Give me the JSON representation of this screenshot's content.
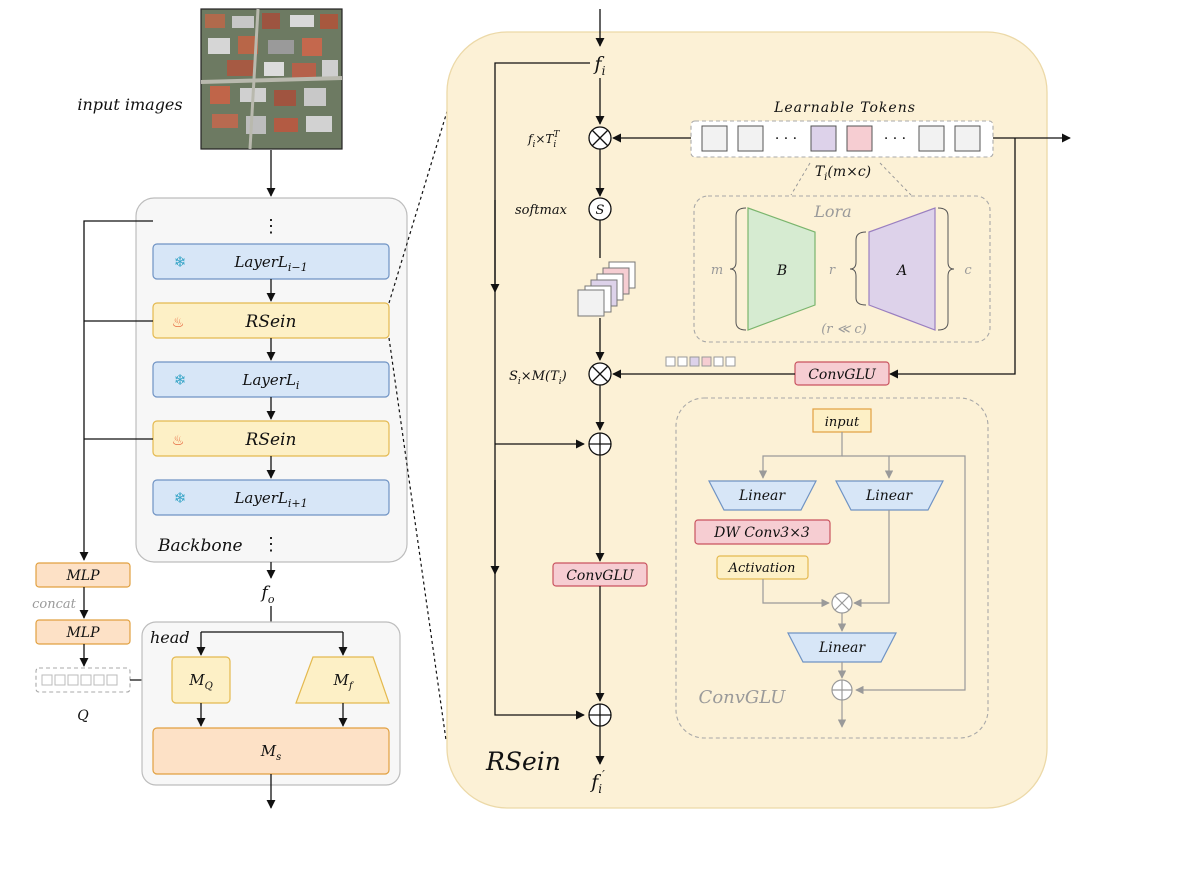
{
  "left": {
    "input_label": "input images",
    "backbone_dots": "⋮",
    "layers": [
      {
        "text": "LayerL",
        "sub": "i−1",
        "kind": "frozen"
      },
      {
        "text": "RSein",
        "sub": "",
        "kind": "trainable"
      },
      {
        "text": "LayerL",
        "sub": "i",
        "kind": "frozen"
      },
      {
        "text": "RSein",
        "sub": "",
        "kind": "trainable"
      },
      {
        "text": "LayerL",
        "sub": "i+1",
        "kind": "frozen"
      }
    ],
    "backbone_label": "Backbone",
    "fo_label": "f",
    "fo_sub": "o",
    "mlp_top": "MLP",
    "concat": "concat",
    "mlp_bottom": "MLP",
    "q_label": "Q",
    "head_label": "head",
    "mq_label": "M",
    "mq_sub": "Q",
    "mf_label": "M",
    "mf_sub": "f",
    "ms_label": "M",
    "ms_sub": "s"
  },
  "right": {
    "fi_label": "f",
    "fi_sub": "i",
    "mult1_label": "f",
    "mult1_sub": "i",
    "mult1_mid": "×T",
    "mult1_sup": "T",
    "mult1_sub2": "i",
    "softmax_label": "softmax",
    "s_label": "S",
    "learnable_title": "Learnable Tokens",
    "token_dots": "· · ·",
    "ti_label": "T",
    "ti_sub": "i",
    "ti_rest": "(m×c)",
    "lora_title": "Lora",
    "lora_m": "m",
    "lora_b": "B",
    "lora_r": "r",
    "lora_a": "A",
    "lora_c": "c",
    "lora_cond": "(r ≪ c)",
    "mult2_label": "S",
    "mult2_sub": "i",
    "mult2_rest": "×M(T",
    "mult2_sub2": "i",
    "mult2_close": ")",
    "convglu_top": "ConvGLU",
    "convglu_mid": "ConvGLU",
    "rsein_title": "RSein",
    "fout_label": "f",
    "fout_sub": "i",
    "fout_prime": "′",
    "convglu_detail": {
      "input": "input",
      "linear_left": "Linear",
      "linear_right": "Linear",
      "dwconv": "DW Conv3×3",
      "activation": "Activation",
      "linear_bottom": "Linear",
      "title": "ConvGLU"
    }
  },
  "colors": {
    "frozen_fill": "#d7e6f7",
    "frozen_stroke": "#6f93c4",
    "trainable_fill": "#fdf0c6",
    "trainable_stroke": "#e4b94f",
    "orange_fill": "#fde1c6",
    "orange_stroke": "#e1a040",
    "red_fill": "#f6cdd2",
    "red_stroke": "#c9535f",
    "panel_fill": "#fcf1d6",
    "panel_stroke": "#ecd9a8",
    "lora_green": "#d6ebd1",
    "lora_purple": "#ddd2ea"
  },
  "icons": {
    "frozen": "snowflake-icon",
    "trainable": "fire-icon",
    "multiply": "otimes-icon",
    "add": "oplus-icon"
  }
}
